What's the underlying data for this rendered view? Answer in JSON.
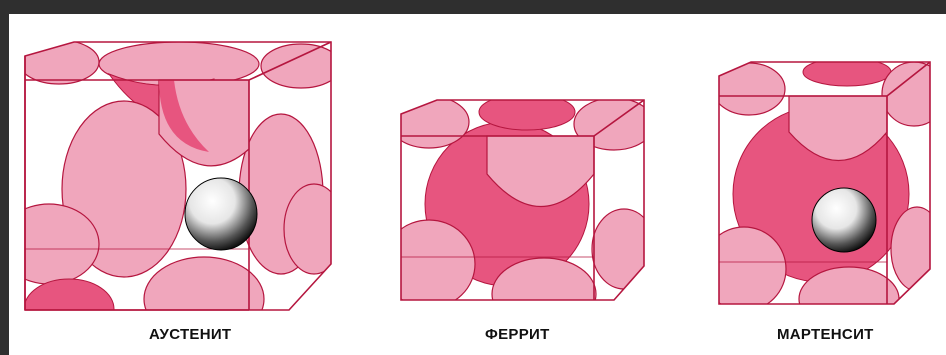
{
  "labels": {
    "austenite": "АУСТЕНИТ",
    "ferrite": "ФЕРРИТ",
    "martensite": "МАРТЕНСИТ"
  },
  "colors": {
    "atom_light": "#f0a6bc",
    "atom_dark": "#e7557f",
    "edge": "#b5163f",
    "carbon_atom": "#f2f2f2",
    "background": "#ffffff"
  }
}
